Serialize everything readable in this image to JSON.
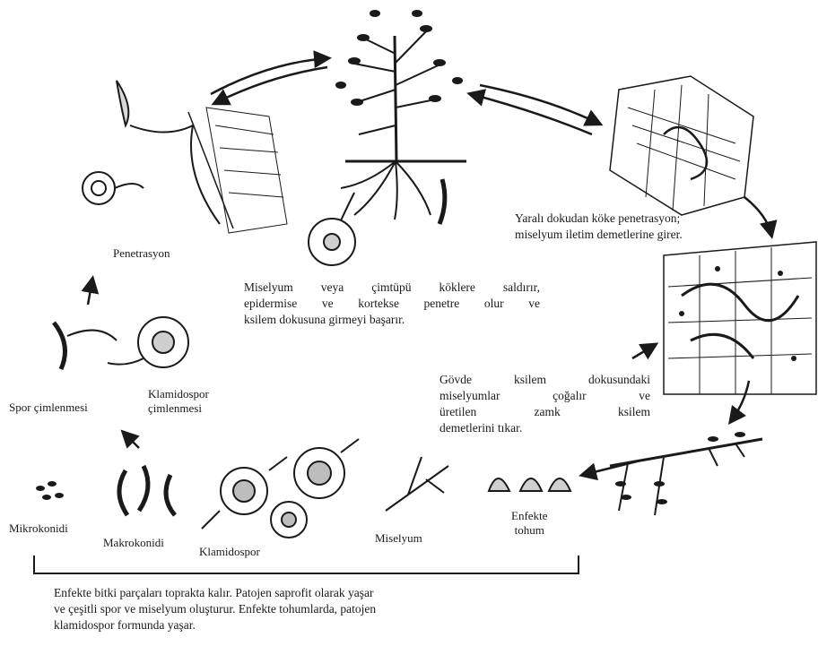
{
  "labels": {
    "penetration": "Penetrasyon",
    "spore_germination": "Spor çimlenmesi",
    "chlamydospore_germination_1": "Klamidospor",
    "chlamydospore_germination_2": "çimlenmesi",
    "microconidia": "Mikrokonidi",
    "macroconidia": "Makrokonidi",
    "chlamydospore": "Klamidospor",
    "mycelium": "Miselyum",
    "infected_seed_1": "Enfekte",
    "infected_seed_2": "tohum"
  },
  "notes": {
    "root_attack": [
      "Miselyum veya çimtüpü köklere saldırır,",
      "epidermise ve kortekse penetre olur ve",
      "ksilem dokusuna girmeyi başarır."
    ],
    "wound_entry": [
      "Yaralı dokudan köke penetrasyon;",
      "miselyum iletim demetlerine girer."
    ],
    "xylem_block": [
      "Gövde ksilem dokusundaki",
      "miselyumlar çoğalır ve",
      "üretilen zamk ksilem",
      "demetlerini tıkar."
    ],
    "soil_survival": [
      "Enfekte bitki parçaları toprakta kalır. Patojen saprofit olarak yaşar",
      "ve çeşitli spor ve miselyum oluşturur. Enfekte tohumlarda, patojen",
      "klamidospor  formunda yaşar."
    ]
  }
}
